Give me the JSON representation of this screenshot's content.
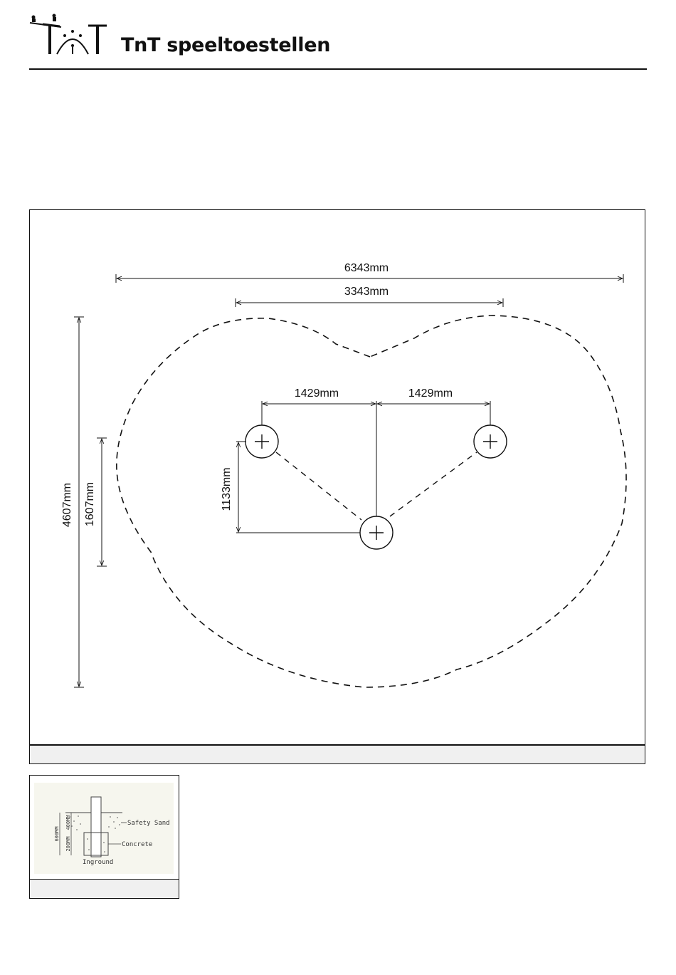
{
  "header": {
    "brand_name": "TnT speeltoestellen"
  },
  "plan": {
    "overall_width_label": "6343mm",
    "inner_width_label": "3343mm",
    "left_offset_label": "1429mm",
    "right_offset_label": "1429mm",
    "depth_label": "1133mm",
    "overall_height_label": "4607mm",
    "inner_height_label": "1607mm",
    "caption": ""
  },
  "foundation": {
    "safety_sand_label": "Safety Sand",
    "concrete_label": "Concrete",
    "inground_label": "Inground",
    "depth_600_label": "600MM",
    "depth_400_label": "400MM",
    "depth_200_label": "200MM",
    "caption": ""
  }
}
